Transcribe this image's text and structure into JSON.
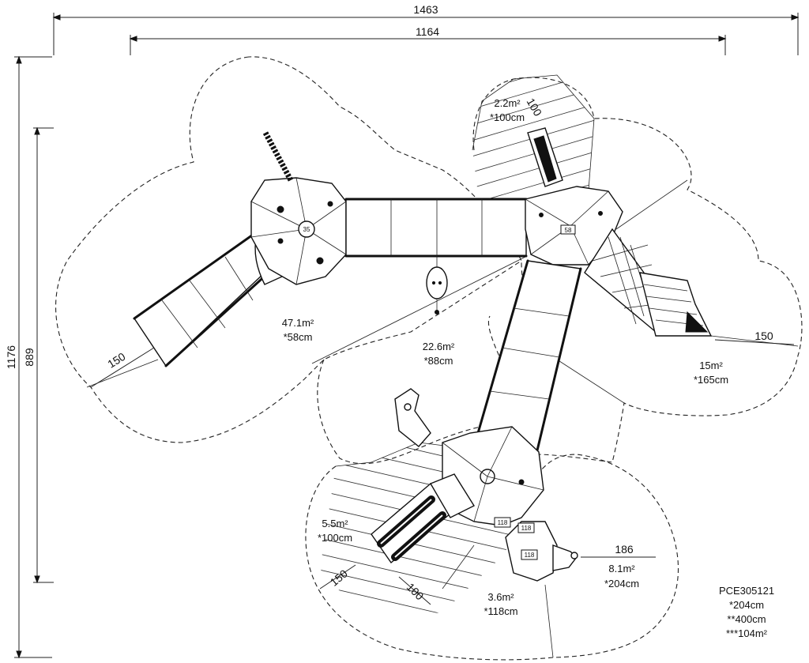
{
  "dimensions": {
    "overall_width": "1463",
    "structure_width": "1164",
    "overall_depth": "1176",
    "structure_depth": "889",
    "slide_run_left": "150",
    "slide_run_right": "150",
    "net_clearance": "186",
    "double_slide_run": "150",
    "double_slide_width": "100",
    "top_slide_width": "100"
  },
  "zones": {
    "left": {
      "area": "47.1m²",
      "fall_height": "*58cm"
    },
    "center": {
      "area": "22.6m²",
      "fall_height": "*88cm"
    },
    "right": {
      "area": "15m²",
      "fall_height": "*165cm"
    },
    "top": {
      "area": "2.2m²",
      "fall_height": "*100cm"
    },
    "bottom_left": {
      "area": "5.5m²",
      "fall_height": "*100cm"
    },
    "bottom_center": {
      "area": "3.6m²",
      "fall_height": "*118cm"
    },
    "bottom_right": {
      "area": "8.1m²",
      "fall_height": "*204cm"
    }
  },
  "platform_labels": {
    "upper_left": "35",
    "upper_right": "58",
    "lower_a": "118",
    "lower_b": "118",
    "lower_c": "118"
  },
  "product": {
    "code": "PCE305121",
    "line1": "*204cm",
    "line2": "**400cm",
    "line3": "***104m²"
  }
}
